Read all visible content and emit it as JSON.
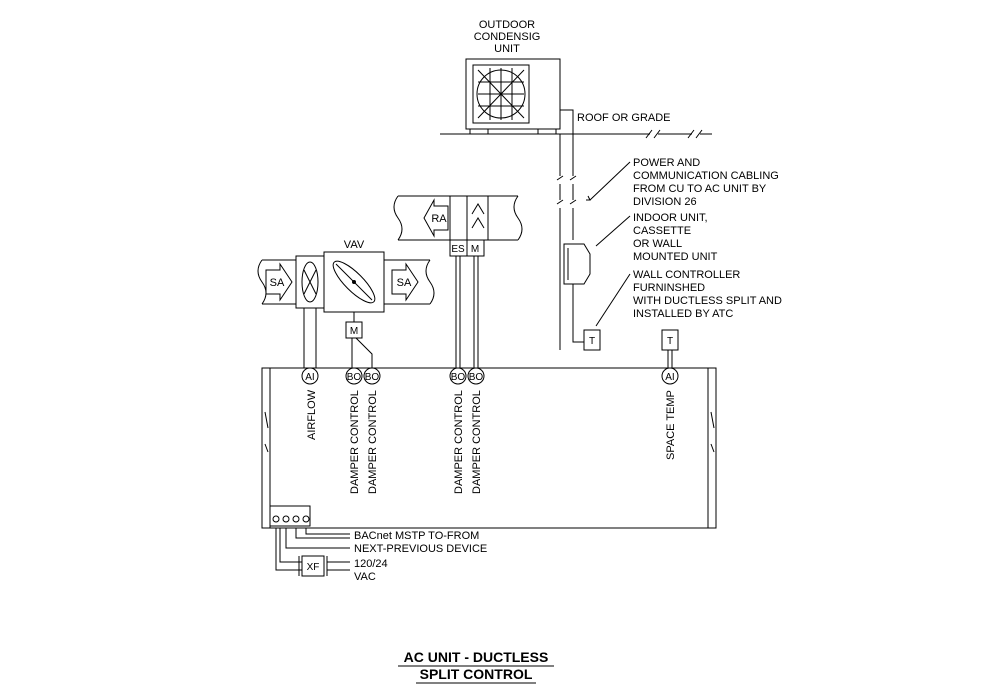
{
  "outdoor_unit": {
    "line1": "OUTDOOR",
    "line2": "CONDENSIG",
    "line3": "UNIT"
  },
  "roof_label": "ROOF OR GRADE",
  "cabling_note": [
    "POWER AND",
    "COMMUNICATION CABLING",
    "FROM CU TO AC UNIT  BY",
    "DIVISION 26"
  ],
  "indoor_note": [
    "INDOOR UNIT,",
    "CASSETTE",
    "OR WALL",
    "MOUNTED UNIT"
  ],
  "controller_note": [
    "WALL CONTROLLER",
    "FURNINSHED",
    "WITH DUCTLESS SPLIT AND",
    "INSTALLED BY ATC"
  ],
  "vav_label": "VAV",
  "sa_label": "SA",
  "ra_label": "RA",
  "es_label": "ES",
  "m_label": "M",
  "t_label": "T",
  "xf_label": "XF",
  "io": {
    "ai": "AI",
    "bo": "BO"
  },
  "points": {
    "airflow": "AIRFLOW",
    "damper": "DAMPER CONTROL",
    "space_temp": "SPACE TEMP"
  },
  "bacnet_line1": "BACnet MSTP TO-FROM",
  "bacnet_line2": "NEXT-PREVIOUS DEVICE",
  "power_line1": "120/24",
  "power_line2": "VAC",
  "title_line1": "AC UNIT - DUCTLESS",
  "title_line2": "SPLIT CONTROL"
}
